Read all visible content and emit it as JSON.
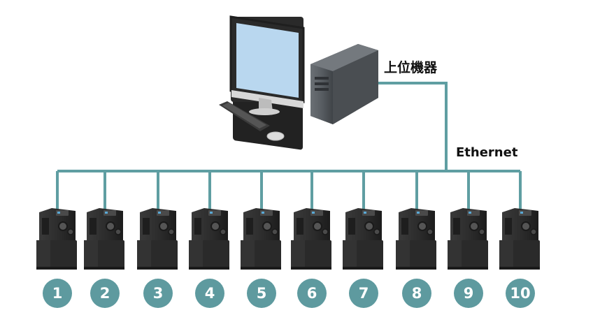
{
  "labels": {
    "host": "上位機器",
    "network": "Ethernet"
  },
  "devices": [
    {
      "number": "1"
    },
    {
      "number": "2"
    },
    {
      "number": "3"
    },
    {
      "number": "4"
    },
    {
      "number": "5"
    },
    {
      "number": "6"
    },
    {
      "number": "7"
    },
    {
      "number": "8"
    },
    {
      "number": "9"
    },
    {
      "number": "10"
    }
  ],
  "colors": {
    "line": "#5f9ea2",
    "badge": "#5e9a9f",
    "device_body": "#2b2b2b",
    "computer_case": "#555a5f",
    "monitor_screen": "#b9d7ef"
  },
  "icons": {
    "host_computer": "desktop-computer-icon",
    "device": "controller-unit-icon"
  }
}
